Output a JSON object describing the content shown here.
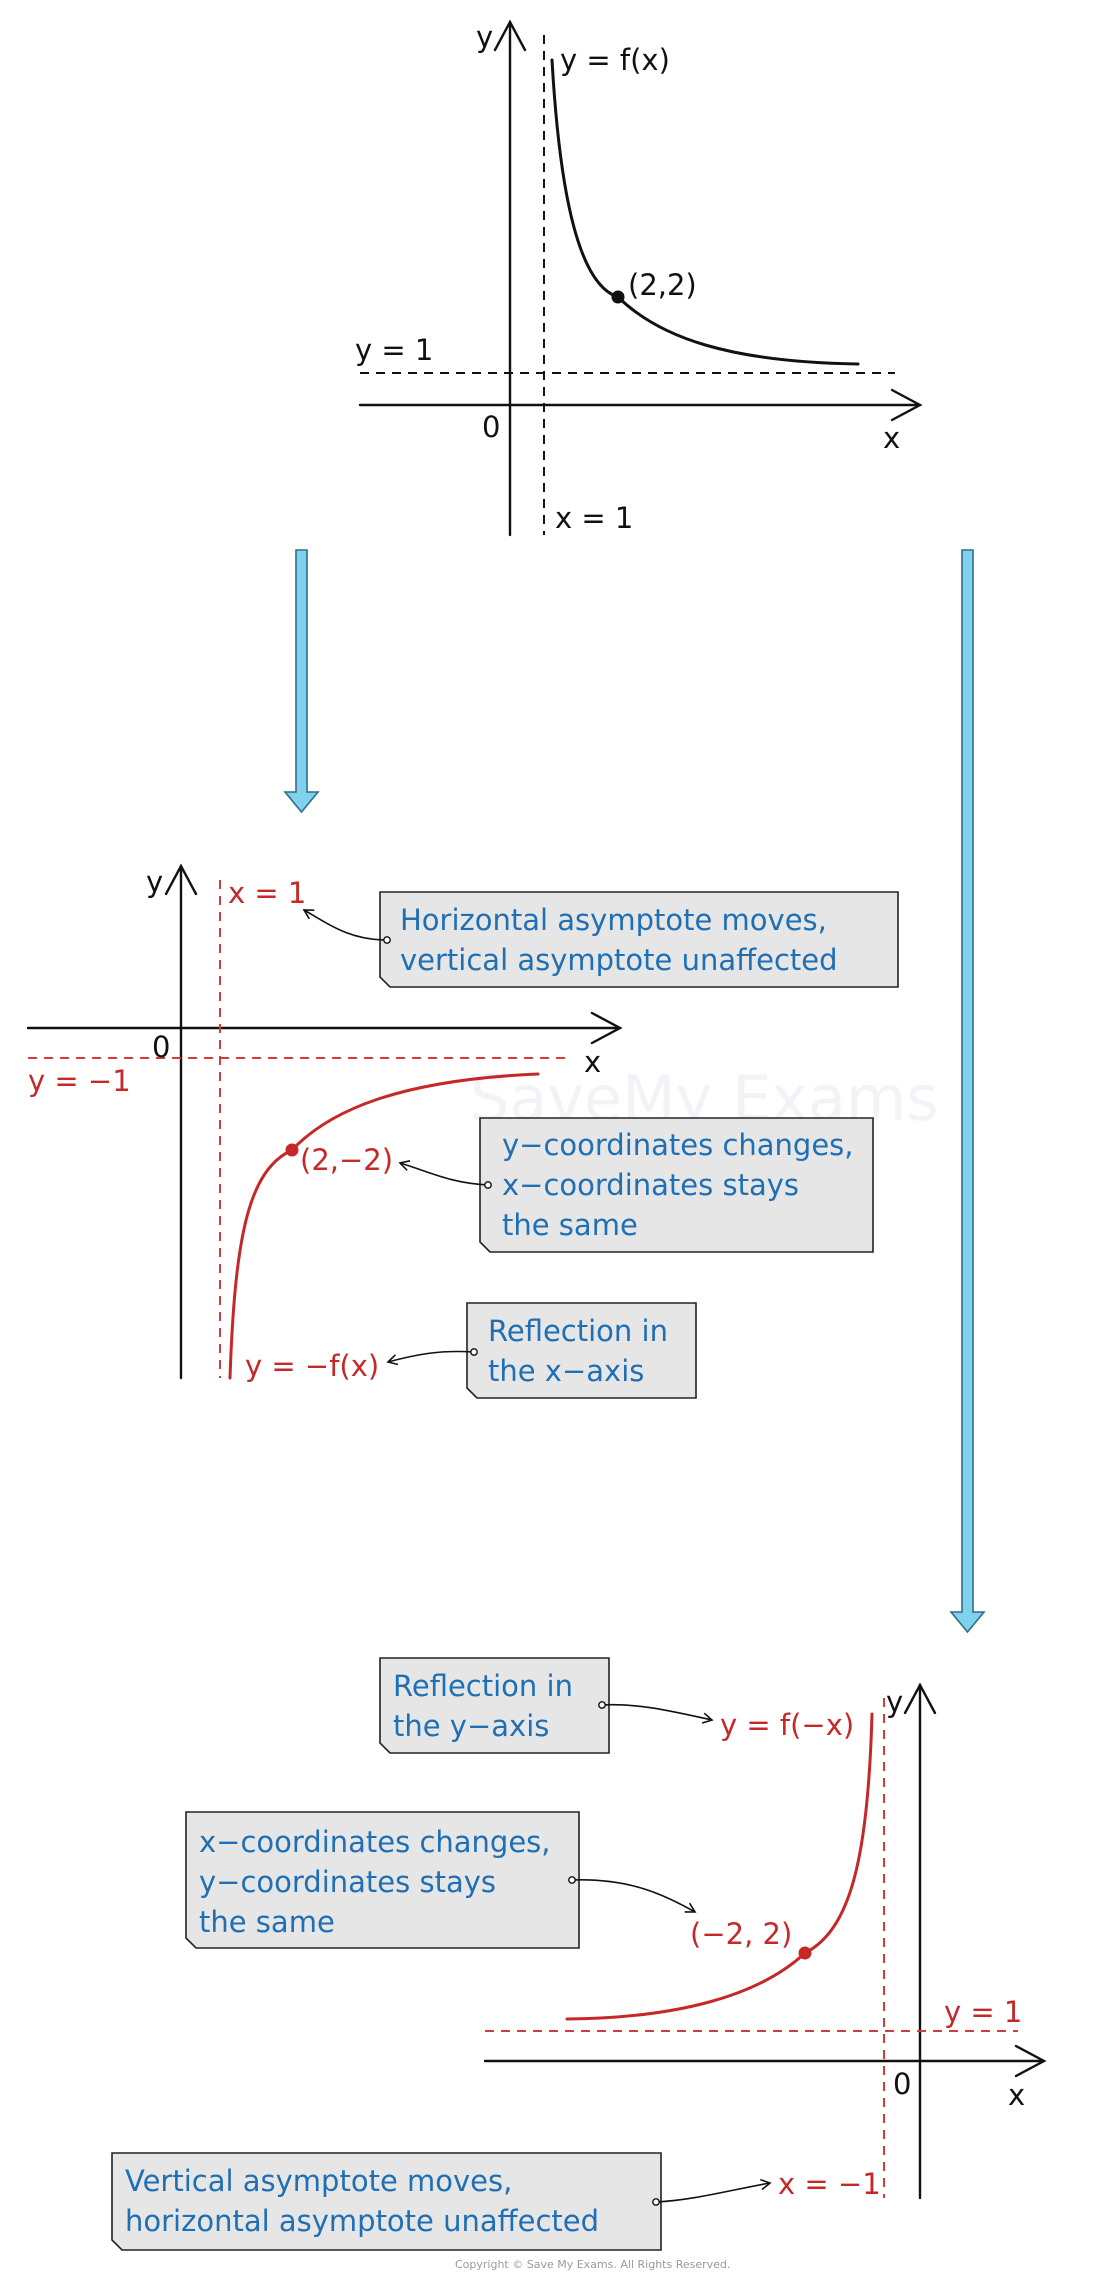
{
  "graph_original": {
    "y_axis": "y",
    "x_axis": "x",
    "origin": "0",
    "curve": "y = f(x)",
    "point": "(2,2)",
    "h_asymptote": "y = 1",
    "v_asymptote": "x = 1"
  },
  "graph_neg_f": {
    "y_axis": "y",
    "x_axis": "x",
    "origin": "0",
    "curve": "y = −f(x)",
    "point": "(2,−2)",
    "h_asymptote": "y = −1",
    "v_asymptote": "x = 1",
    "note_asymptote": [
      "Horizontal asymptote moves,",
      "vertical asymptote unaffected"
    ],
    "note_coords": [
      "y−coordinates changes,",
      "x−coordinates stays",
      "the same"
    ],
    "note_reflection": [
      "Reflection in",
      "the x−axis"
    ]
  },
  "graph_f_neg_x": {
    "y_axis": "y",
    "x_axis": "x",
    "origin": "0",
    "curve": "y = f(−x)",
    "point": "(−2, 2)",
    "h_asymptote": "y = 1",
    "v_asymptote": "x = −1",
    "note_reflection": [
      "Reflection in",
      "the y−axis"
    ],
    "note_coords": [
      "x−coordinates changes,",
      "y−coordinates stays",
      "the same"
    ],
    "note_asymptote": [
      "Vertical asymptote moves,",
      "horizontal asymptote unaffected"
    ]
  },
  "watermark": "SaveMy Exams",
  "copyright": "Copyright © Save My Exams. All Rights Reserved.",
  "colors": {
    "black": "#111111",
    "red": "#c62828",
    "blue_text": "#1f6fb5",
    "arrow_fill": "#7fd1ee",
    "box_fill": "#e6e6e6"
  }
}
